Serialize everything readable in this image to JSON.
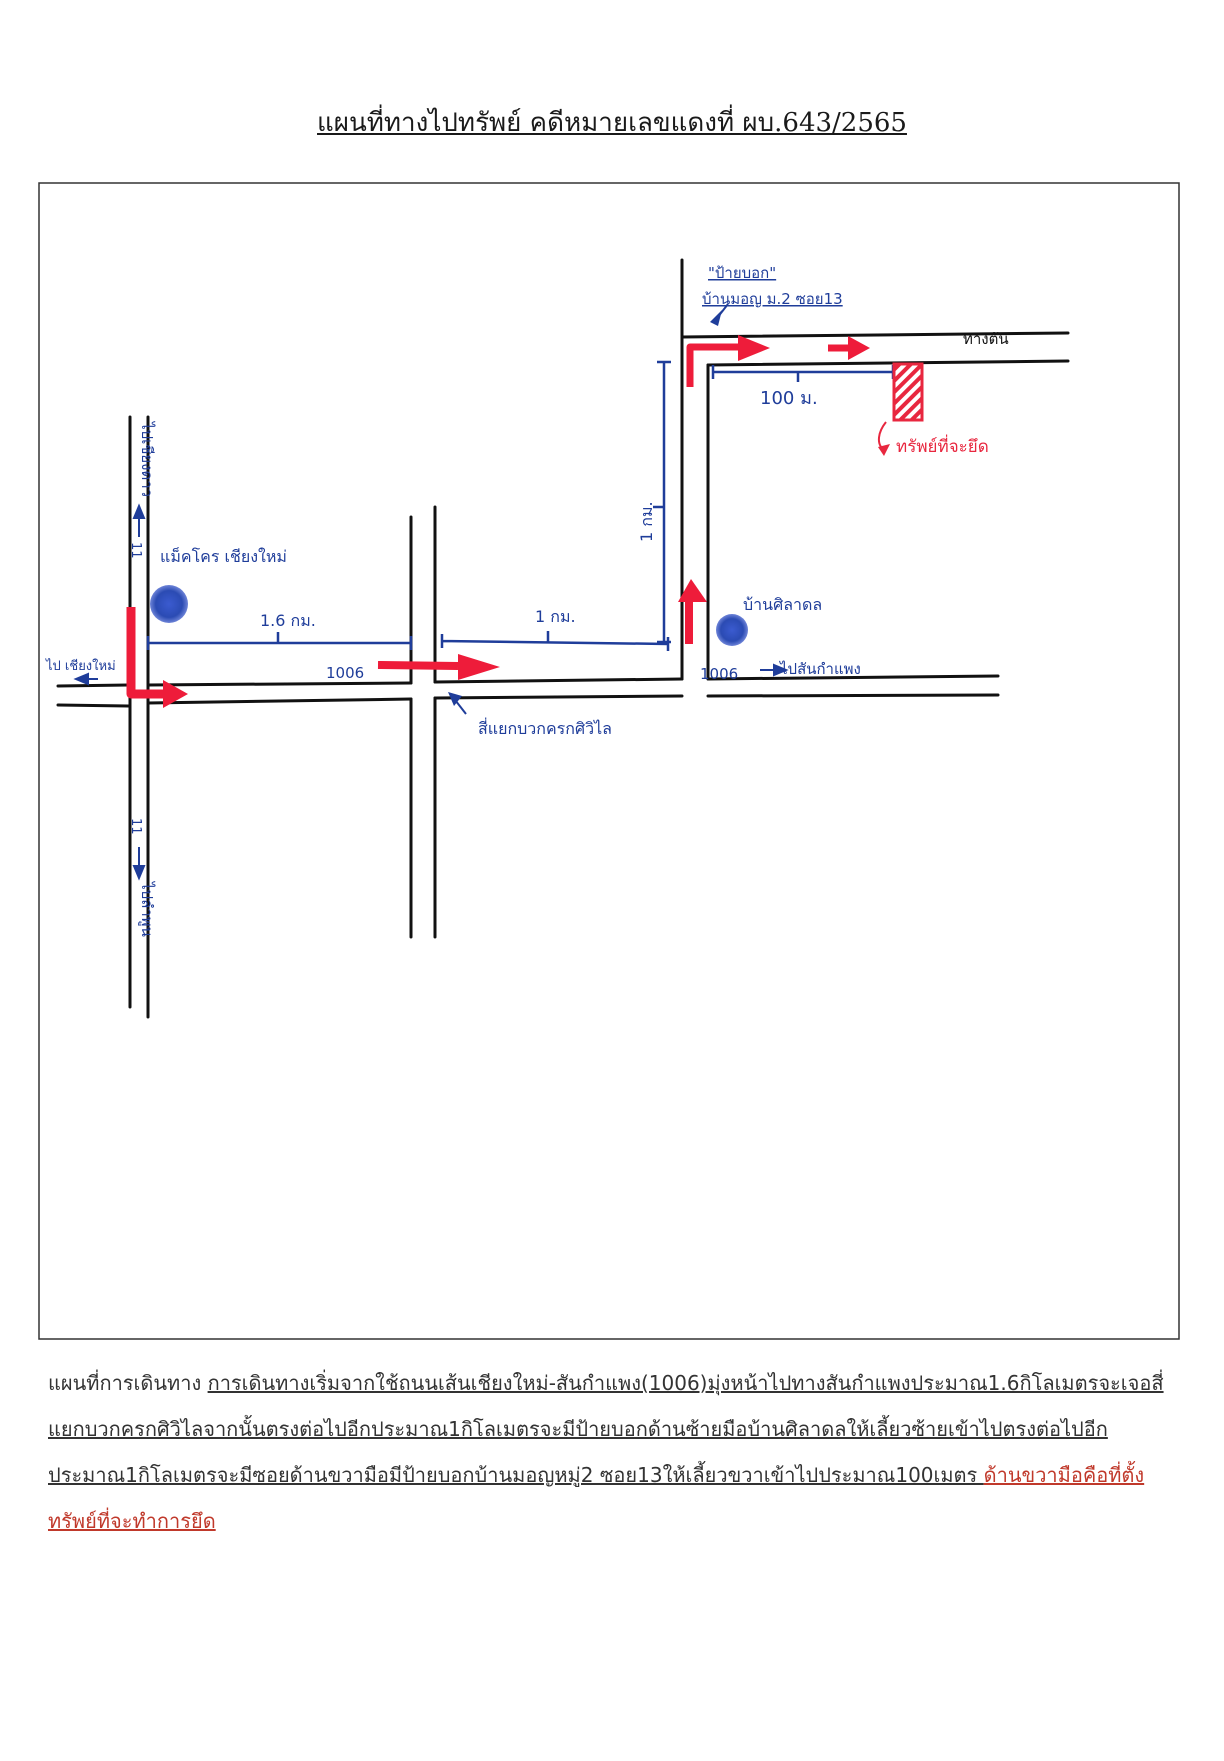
{
  "title": "แผนที่ทางไปทรัพย์  คดีหมายเลขแดงที่ ผบ.643/2565",
  "map": {
    "road_number_left": "1006",
    "road_number_right": "1006",
    "distance_1": "1.6 กม.",
    "distance_2": "1 กม.",
    "distance_3": "1 กม.",
    "distance_4": "100 ม.",
    "to_chiangmai_left": "ไป เชียงใหม่",
    "to_sankamphaeng": "ไปสันกำแพง",
    "north_road_label": "ไปเชียงดาว",
    "north_road_number": "11",
    "south_road_label": "ไปลำพูน",
    "south_road_number": "11",
    "landmark_1": "แม็คโคร เชียงใหม่",
    "landmark_2": "บ้านศิลาดล",
    "intersection": "สี่แยกบวกครกศิวิไล",
    "sign_label": "\"ป้ายบอก\"",
    "sign_text": "บ้านมอญ ม.2 ซอย13",
    "dead_end": "ทางตัน",
    "property": "ทรัพย์ที่จะยึด"
  },
  "description": {
    "lead": "แผนที่การเดินทาง ",
    "body": "การเดินทางเริ่มจากใช้ถนนเส้นเชียงใหม่-สันกำแพง(1006)มุ่งหน้าไปทางสันกำแพงประมาณ1.6กิโลเมตรจะเจอสี่แยกบวกครกศิวิไลจากนั้นตรงต่อไปอีกประมาณ1กิโลเมตรจะมีป้ายบอกด้านซ้ายมือบ้านศิลาดลให้เลี้ยวซ้ายเข้าไปตรงต่อไปอีกประมาณ1กิโลเมตรจะมีซอยด้านขวามือมีป้ายบอกบ้านมอญหมู่2 ซอย13ให้เลี้ยวขวาเข้าไปประมาณ100เมตร ",
    "highlight": "ด้านขวามือคือที่ตั้งทรัพย์ที่จะทำการยึด"
  },
  "colors": {
    "road": "#111111",
    "ink_blue": "#1f3d9a",
    "route_red": "#ee1c3a",
    "property_red": "#e8273f",
    "marker_blue": "#2b4bb3"
  }
}
